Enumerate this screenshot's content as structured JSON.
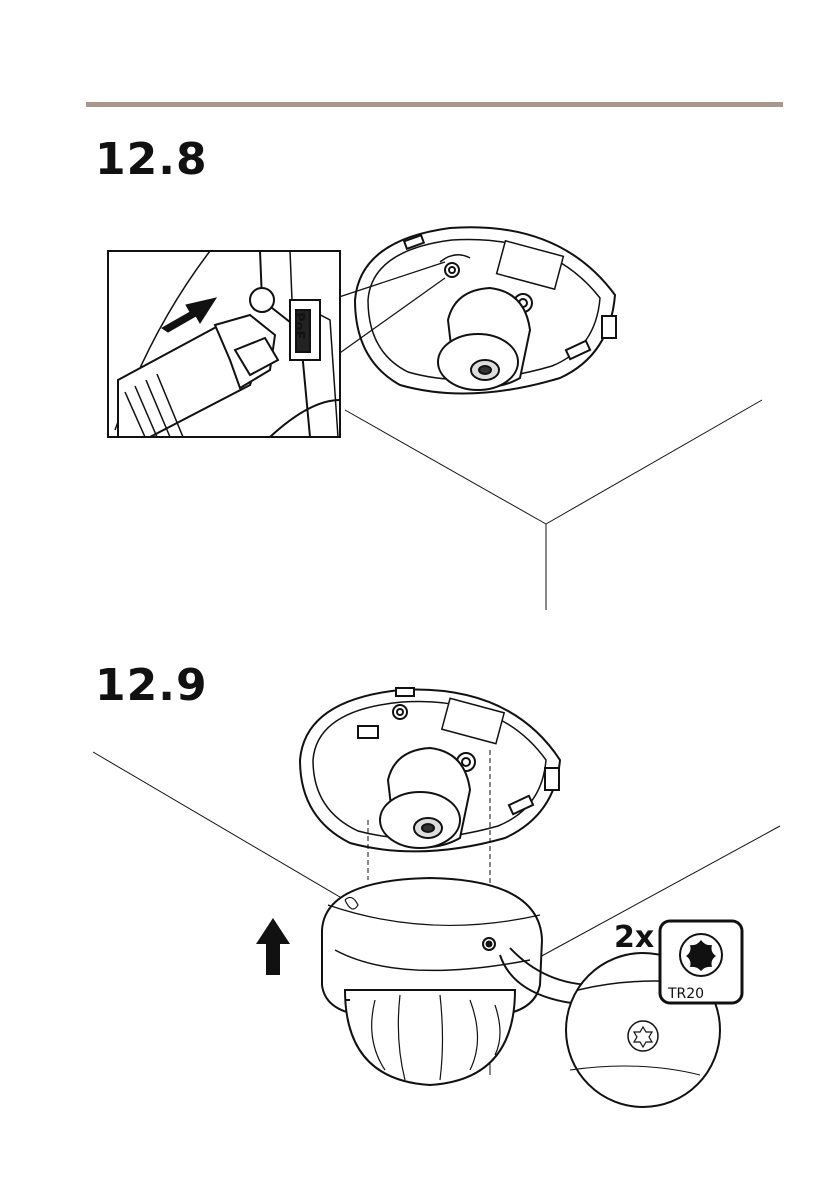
{
  "steps": [
    {
      "number": "12.8"
    },
    {
      "number": "12.9"
    }
  ],
  "callouts": {
    "poe_label": "PoE",
    "screw_quantity": "2x",
    "tool_label": "TR20"
  },
  "icons": [
    "push-arrow-icon",
    "lift-arrow-icon",
    "torx-bit-icon"
  ],
  "colors": {
    "rule": "#a8978a",
    "ink": "#111111"
  }
}
